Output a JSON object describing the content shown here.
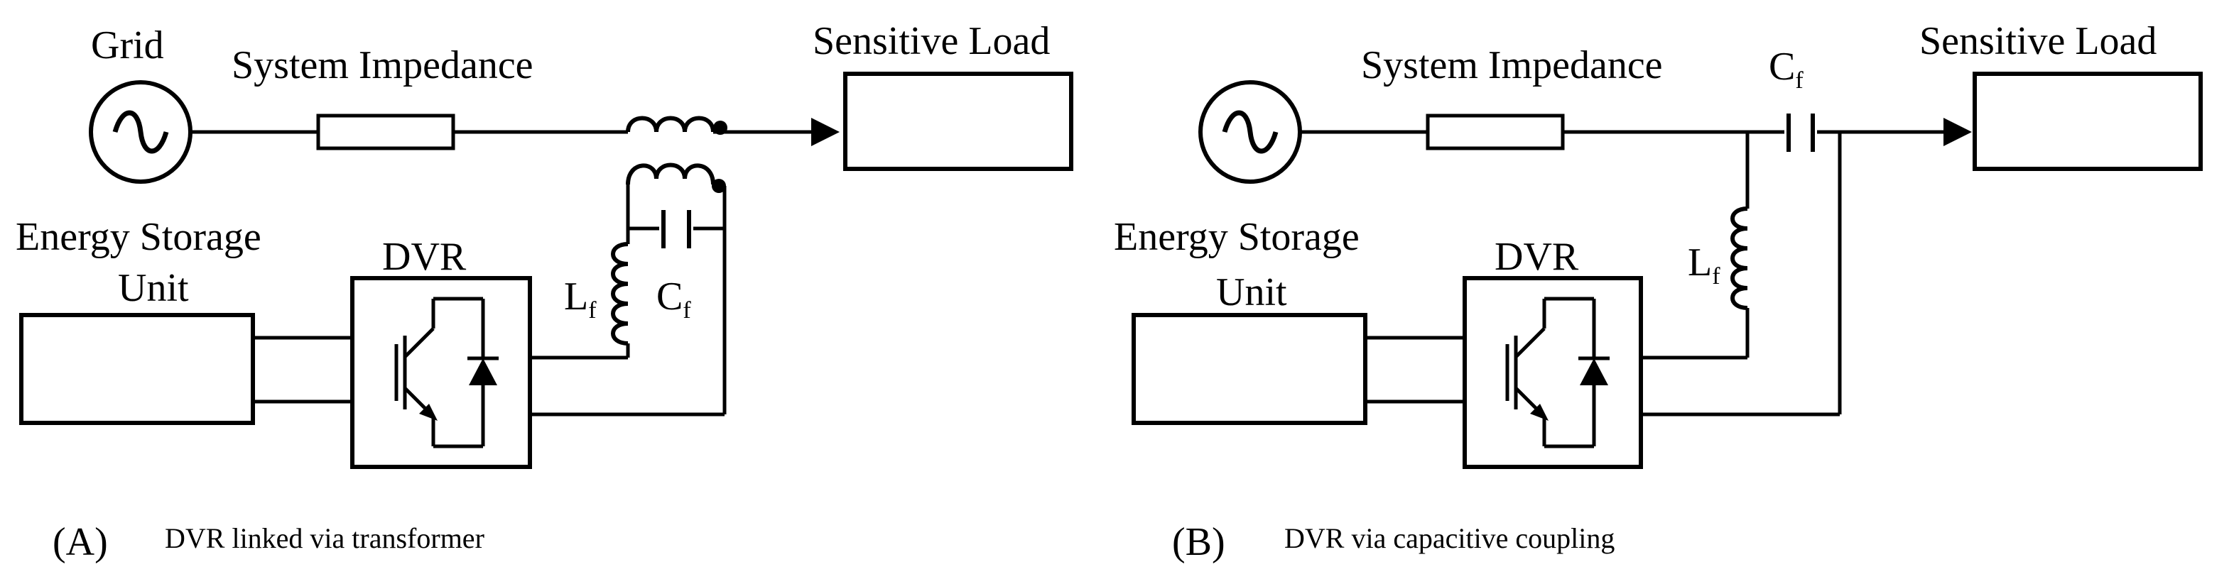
{
  "panel_a": {
    "grid_label": "Grid",
    "impedance_label": "System Impedance",
    "load_label": "Sensitive Load",
    "storage_label_line1": "Energy Storage",
    "storage_label_line2": "Unit",
    "dvr_label": "DVR",
    "inductor_symbol": "L",
    "inductor_subscript": "f",
    "capacitor_symbol": "C",
    "capacitor_subscript": "f",
    "caption_tag": "(A)",
    "caption_text": "DVR linked via transformer"
  },
  "panel_b": {
    "impedance_label": "System Impedance",
    "load_label": "Sensitive Load",
    "storage_label_line1": "Energy Storage",
    "storage_label_line2": "Unit",
    "dvr_label": "DVR",
    "inductor_symbol": "L",
    "inductor_subscript": "f",
    "capacitor_symbol": "C",
    "capacitor_subscript": "f",
    "caption_tag": "(B)",
    "caption_text": "DVR via capacitive coupling"
  }
}
